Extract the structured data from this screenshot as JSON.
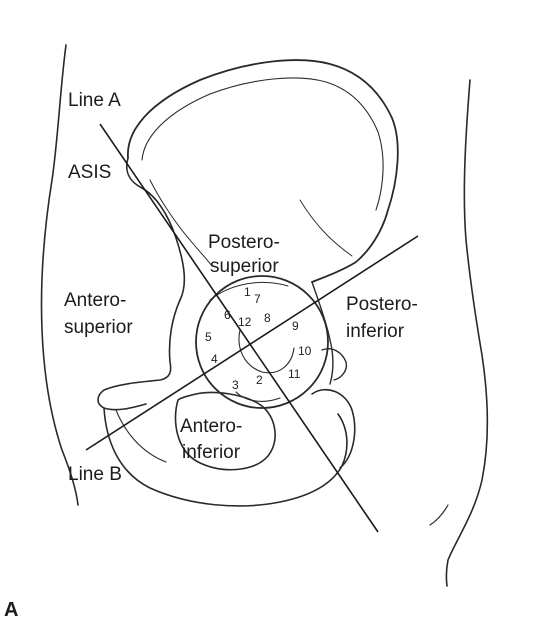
{
  "figure": {
    "panel_letter": "A",
    "labels": {
      "line_a": "Line A",
      "line_b": "Line B",
      "asis": "ASIS",
      "postero_superior": [
        "Postero-",
        "superior"
      ],
      "antero_superior": [
        "Antero-",
        "superior"
      ],
      "postero_inferior": [
        "Postero-",
        "inferior"
      ],
      "antero_inferior": [
        "Antero-",
        "inferior"
      ]
    },
    "clock_numbers": [
      "1",
      "2",
      "3",
      "4",
      "5",
      "6",
      "7",
      "8",
      "9",
      "10",
      "11",
      "12"
    ]
  }
}
